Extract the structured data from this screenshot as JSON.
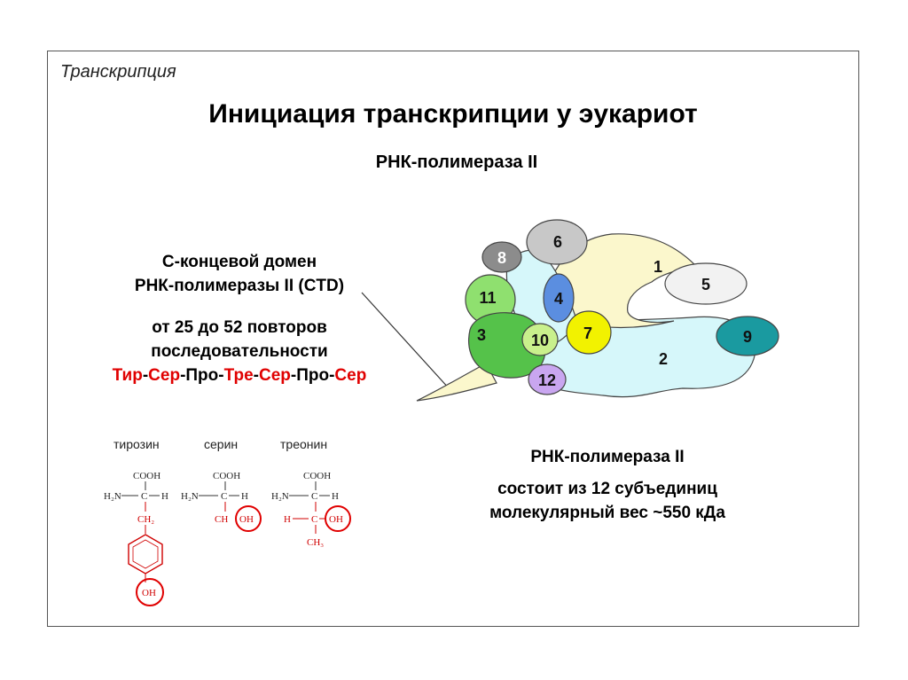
{
  "section_label": "Транскрипция",
  "title": "Инициация транскрипции у эукариот",
  "subtitle": "РНК-полимераза II",
  "ctd": {
    "line1": "С-концевой домен",
    "line2": "РНК-полимеразы II (CTD)",
    "line3": "от 25 до 52 повторов",
    "line4": "последовательности",
    "sequence": [
      {
        "text": "Тир",
        "highlight": true
      },
      {
        "text": "-",
        "highlight": false
      },
      {
        "text": "Сер",
        "highlight": true
      },
      {
        "text": "-Про-",
        "highlight": false
      },
      {
        "text": "Тре",
        "highlight": true
      },
      {
        "text": "-",
        "highlight": false
      },
      {
        "text": "Сер",
        "highlight": true
      },
      {
        "text": "-Про-",
        "highlight": false
      },
      {
        "text": "Сер",
        "highlight": true
      }
    ]
  },
  "amino_acids": {
    "tyrosine": "тирозин",
    "serine": "серин",
    "threonine": "треонин",
    "cooh": "COOH",
    "h2n": "H₂N",
    "h": "H",
    "c": "C",
    "ch2": "CH₂",
    "choh": "CH",
    "oh": "OH",
    "ch3": "CH₃"
  },
  "subunits": [
    "1",
    "2",
    "3",
    "4",
    "5",
    "6",
    "7",
    "8",
    "9",
    "10",
    "11",
    "12"
  ],
  "info": {
    "name": "РНК-полимераза II",
    "line1": "состоит из 12 субъединиц",
    "line2": "молекулярный вес ~550 кДа"
  },
  "colors": {
    "red": "#e00000",
    "core_cyan": "#d6f7fa",
    "core_yellow": "#fbf7cc",
    "green_dark": "#55c24a",
    "green_light": "#8fe06f",
    "gray_dark": "#8c8c8c",
    "gray_light": "#c8c8c8",
    "blue": "#5b8ee0",
    "yellow": "#f2f200",
    "teal": "#1a9aa0",
    "lavender": "#c9a6f0"
  }
}
